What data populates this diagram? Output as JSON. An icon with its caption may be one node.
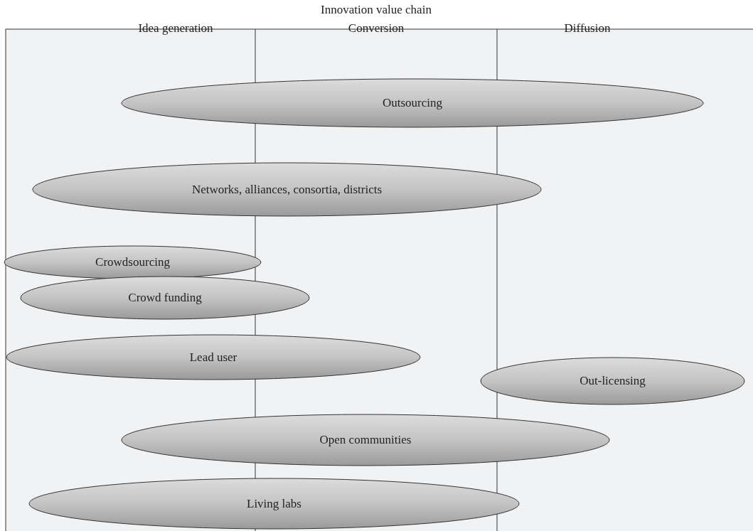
{
  "diagram": {
    "title": "Innovation value chain",
    "labels": [
      "Idea generation",
      "Conversion",
      "Diffusion"
    ],
    "nodes": [
      {
        "text": [
          "Outsourcing"
        ]
      },
      {
        "text": [
          "Networks, alliances, consortia, districts"
        ]
      },
      {
        "text": [
          "Crowdsourcing"
        ]
      },
      {
        "text": [
          "Crowd funding"
        ]
      },
      {
        "text": [
          "Lead user"
        ]
      },
      {
        "text": [
          "Out-licensing"
        ]
      },
      {
        "text": [
          "Open communities"
        ]
      },
      {
        "text": [
          "Living labs"
        ]
      }
    ]
  }
}
